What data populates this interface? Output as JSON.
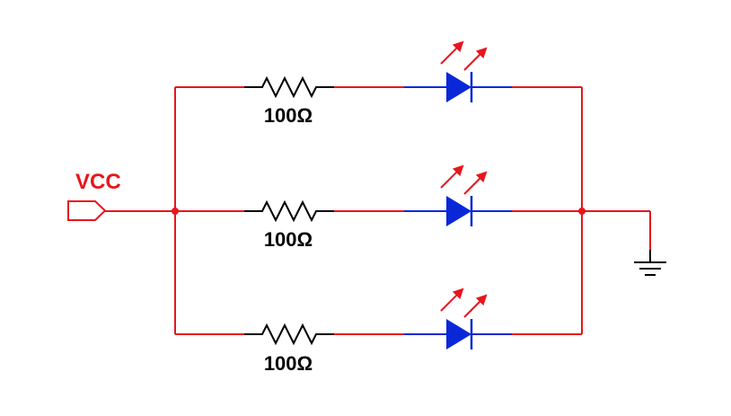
{
  "power": {
    "label": "VCC"
  },
  "branches": [
    {
      "resistor": {
        "value": "100Ω"
      },
      "led": {}
    },
    {
      "resistor": {
        "value": "100Ω"
      },
      "led": {}
    },
    {
      "resistor": {
        "value": "100Ω"
      },
      "led": {}
    }
  ],
  "colors": {
    "wire": "#e8161c",
    "label_vcc": "#e8161c",
    "label_resistor": "#000000",
    "resistor": "#000000",
    "led_body": "#0a28d8",
    "led_arrows": "#e8161c",
    "junction": "#e8161c",
    "ground": "#000000"
  }
}
